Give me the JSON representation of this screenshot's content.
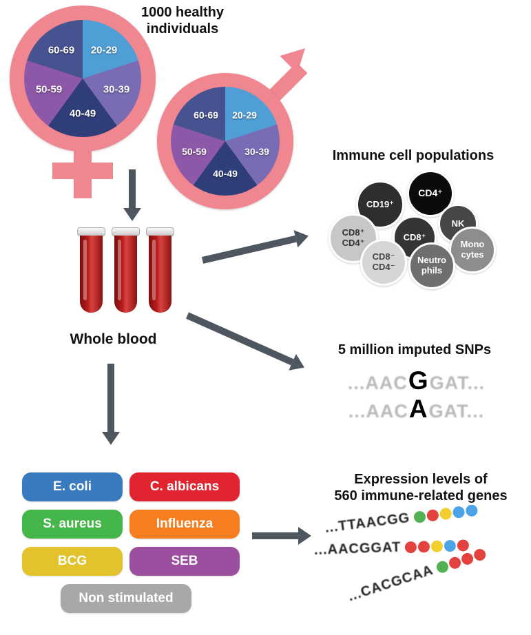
{
  "colors": {
    "pink": "#f0868f",
    "arrow": "#4e5660"
  },
  "demographics": {
    "title": "1000 healthy\nindividuals",
    "pie": {
      "slices": [
        {
          "label": "20-29",
          "color": "#4f9ed6"
        },
        {
          "label": "30-39",
          "color": "#7a6cb4"
        },
        {
          "label": "40-49",
          "color": "#2f3d78"
        },
        {
          "label": "50-59",
          "color": "#8e58a8"
        },
        {
          "label": "60-69",
          "color": "#475290"
        }
      ]
    }
  },
  "whole_blood": {
    "label": "Whole blood"
  },
  "immune_cells": {
    "title": "Immune cell populations",
    "cells": [
      {
        "label": "CD19⁺",
        "color": "#2e2e2e",
        "text_color": "#ffffff"
      },
      {
        "label": "CD4⁺",
        "color": "#0b0b0b",
        "text_color": "#ffffff"
      },
      {
        "label": "NK",
        "color": "#474747",
        "text_color": "#ffffff"
      },
      {
        "label": "CD8⁺\nCD4⁺",
        "color": "#c7c7c7",
        "text_color": "#333333"
      },
      {
        "label": "CD8⁺",
        "color": "#353535",
        "text_color": "#ffffff"
      },
      {
        "label": "Mono\ncytes",
        "color": "#8d8d8d",
        "text_color": "#ffffff"
      },
      {
        "label": "CD8⁻\nCD4⁻",
        "color": "#d6d6d6",
        "text_color": "#444444"
      },
      {
        "label": "Neutro\nphils",
        "color": "#6f6f6f",
        "text_color": "#ffffff"
      }
    ]
  },
  "snps": {
    "title": "5 million imputed SNPs",
    "lines": [
      {
        "prefix": "...AAC",
        "variant": "G",
        "suffix": "GAT..."
      },
      {
        "prefix": "...AAC",
        "variant": "A",
        "suffix": "GAT..."
      }
    ]
  },
  "stimulations": {
    "items": [
      {
        "label": "E. coli",
        "color": "#3a7abf"
      },
      {
        "label": "C. albicans",
        "color": "#e02430"
      },
      {
        "label": "S. aureus",
        "color": "#45b649"
      },
      {
        "label": "Influenza",
        "color": "#f67e20"
      },
      {
        "label": "BCG",
        "color": "#e3c32d"
      },
      {
        "label": "SEB",
        "color": "#9c4f9f"
      },
      {
        "label": "Non stimulated",
        "color": "#a8a8a8"
      }
    ]
  },
  "expression": {
    "title": "Expression levels of\n560 immune-related genes",
    "rows": [
      {
        "sequence": "...TTAACGG",
        "dots": [
          "#52b153",
          "#e4423f",
          "#f3cf2e",
          "#4ba3e8",
          "#4ba3e8"
        ]
      },
      {
        "sequence": "...AACGGAT",
        "dots": [
          "#e4423f",
          "#e4423f",
          "#f3cf2e",
          "#4ba3e8",
          "#e4423f"
        ]
      },
      {
        "sequence": "...CACGCAA",
        "dots": [
          "#52b153",
          "#e4423f",
          "#e4423f",
          "#e4423f"
        ]
      }
    ]
  }
}
